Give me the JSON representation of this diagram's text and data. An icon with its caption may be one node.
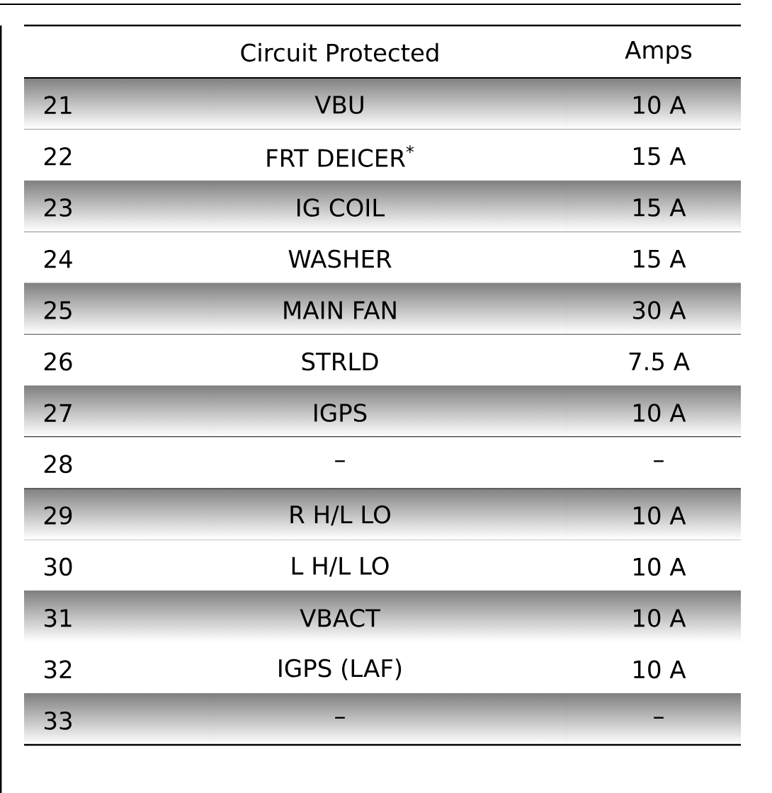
{
  "diagram": {
    "labels": [
      "Circuit Protected",
      "Amps",
      "21",
      "VBU",
      "10 A",
      "22",
      "FRT DEICER$^{*}$",
      "15 A",
      "23",
      "IG COIL",
      "15 A",
      "24",
      "WASHER",
      "15 A",
      "25",
      "MAIN FAN",
      "30 A",
      "26",
      "STRLD",
      "7.5 A",
      "27",
      "IGPS",
      "10 A",
      "28",
      "–",
      "–",
      "29",
      "R H/L LO",
      "10 A",
      "30",
      "L H/L LO",
      "10 A",
      "31",
      "VBACT",
      "10 A",
      "32",
      "IGPS (LAF)",
      "10 A",
      "33",
      "–",
      "–"
    ]
  }
}
